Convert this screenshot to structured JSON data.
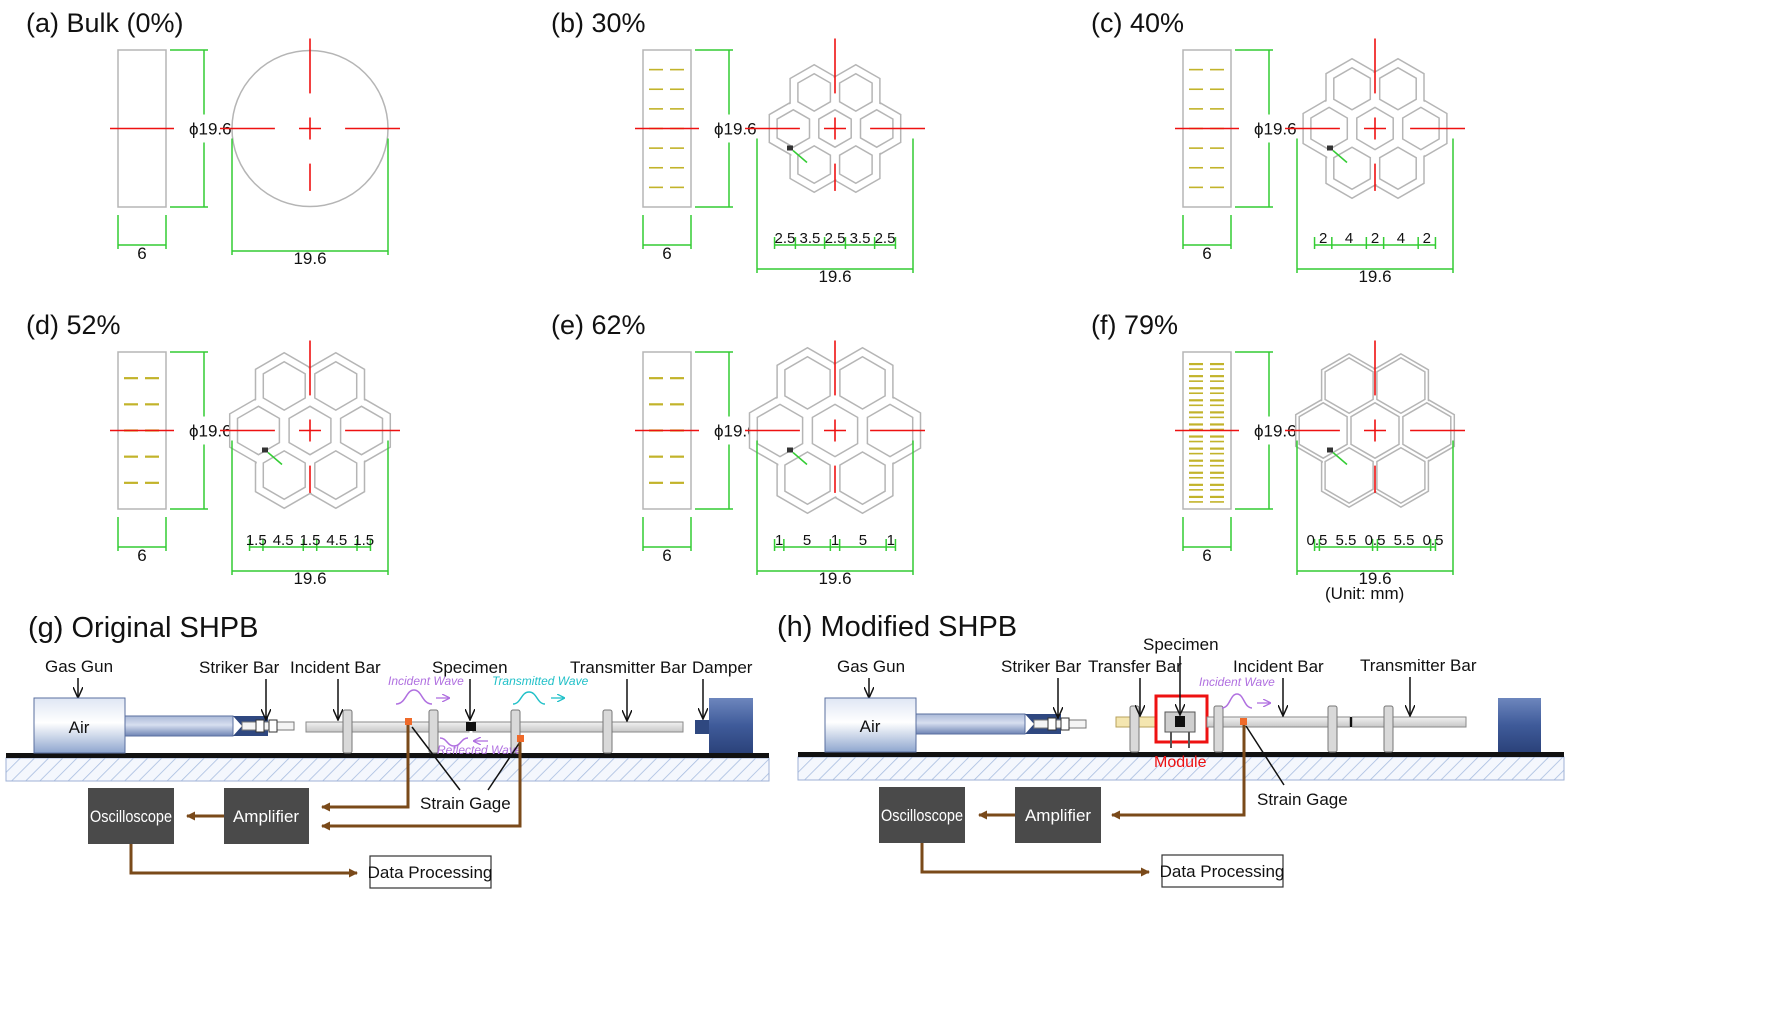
{
  "colors": {
    "green": "#33cc33",
    "red": "#ee1111",
    "gray": "#b5b5b5",
    "strut": "#c2b32a",
    "brown": "#7a4a1a",
    "purple": "#b070e0",
    "cyan": "#20c0c8",
    "navy": "#3f5b9a",
    "box": "#4a4a4a"
  },
  "specimens": [
    {
      "label": "(a) Bulk (0%)",
      "phi": "ϕ19.6",
      "thickness": "6",
      "diameter": "19.6",
      "segments": [],
      "kind": "bulk"
    },
    {
      "label": "(b) 30%",
      "phi": "ϕ19.6",
      "thickness": "6",
      "diameter": "19.6",
      "segments": [
        "2.5",
        "3.5",
        "2.5",
        "3.5",
        "2.5"
      ],
      "kind": "lattice"
    },
    {
      "label": "(c) 40%",
      "phi": "ϕ19.6",
      "thickness": "6",
      "diameter": "19.6",
      "segments": [
        "2",
        "4",
        "2",
        "4",
        "2"
      ],
      "kind": "lattice"
    },
    {
      "label": "(d) 52%",
      "phi": "ϕ19.6",
      "thickness": "6",
      "diameter": "19.6",
      "segments": [
        "1.5",
        "4.5",
        "1.5",
        "4.5",
        "1.5"
      ],
      "kind": "lattice"
    },
    {
      "label": "(e) 62%",
      "phi": "ϕ19.6",
      "thickness": "6",
      "diameter": "19.6",
      "segments": [
        "1",
        "5",
        "1",
        "5",
        "1"
      ],
      "kind": "lattice"
    },
    {
      "label": "(f) 79%",
      "phi": "ϕ19.6",
      "thickness": "6",
      "diameter": "19.6",
      "segments": [
        "0.5",
        "5.5",
        "0.5",
        "5.5",
        "0.5"
      ],
      "kind": "lattice"
    }
  ],
  "unit_note": "(Unit: mm)",
  "original": {
    "title": "(g)  Original SHPB",
    "gas_gun": "Gas Gun",
    "air": "Air",
    "striker_bar": "Striker Bar",
    "incident_bar": "Incident Bar",
    "specimen": "Specimen",
    "transmitter_bar": "Transmitter Bar",
    "damper": "Damper",
    "incident_wave": "Incident Wave",
    "transmitted_wave": "Transmitted Wave",
    "reflected_wave": "Reflected Wave",
    "strain_gage": "Strain Gage",
    "oscilloscope": "Oscilloscope",
    "amplifier": "Amplifier",
    "data_processing": "Data Processing"
  },
  "modified": {
    "title": "(h)  Modified SHPB",
    "gas_gun": "Gas Gun",
    "air": "Air",
    "striker_bar": "Striker Bar",
    "transfer_bar": "Transfer Bar",
    "specimen": "Specimen",
    "incident_bar": "Incident Bar",
    "transmitter_bar": "Transmitter Bar",
    "incident_wave": "Incident Wave",
    "module": "Module",
    "strain_gage": "Strain Gage",
    "oscilloscope": "Oscilloscope",
    "amplifier": "Amplifier",
    "data_processing": "Data Processing"
  }
}
